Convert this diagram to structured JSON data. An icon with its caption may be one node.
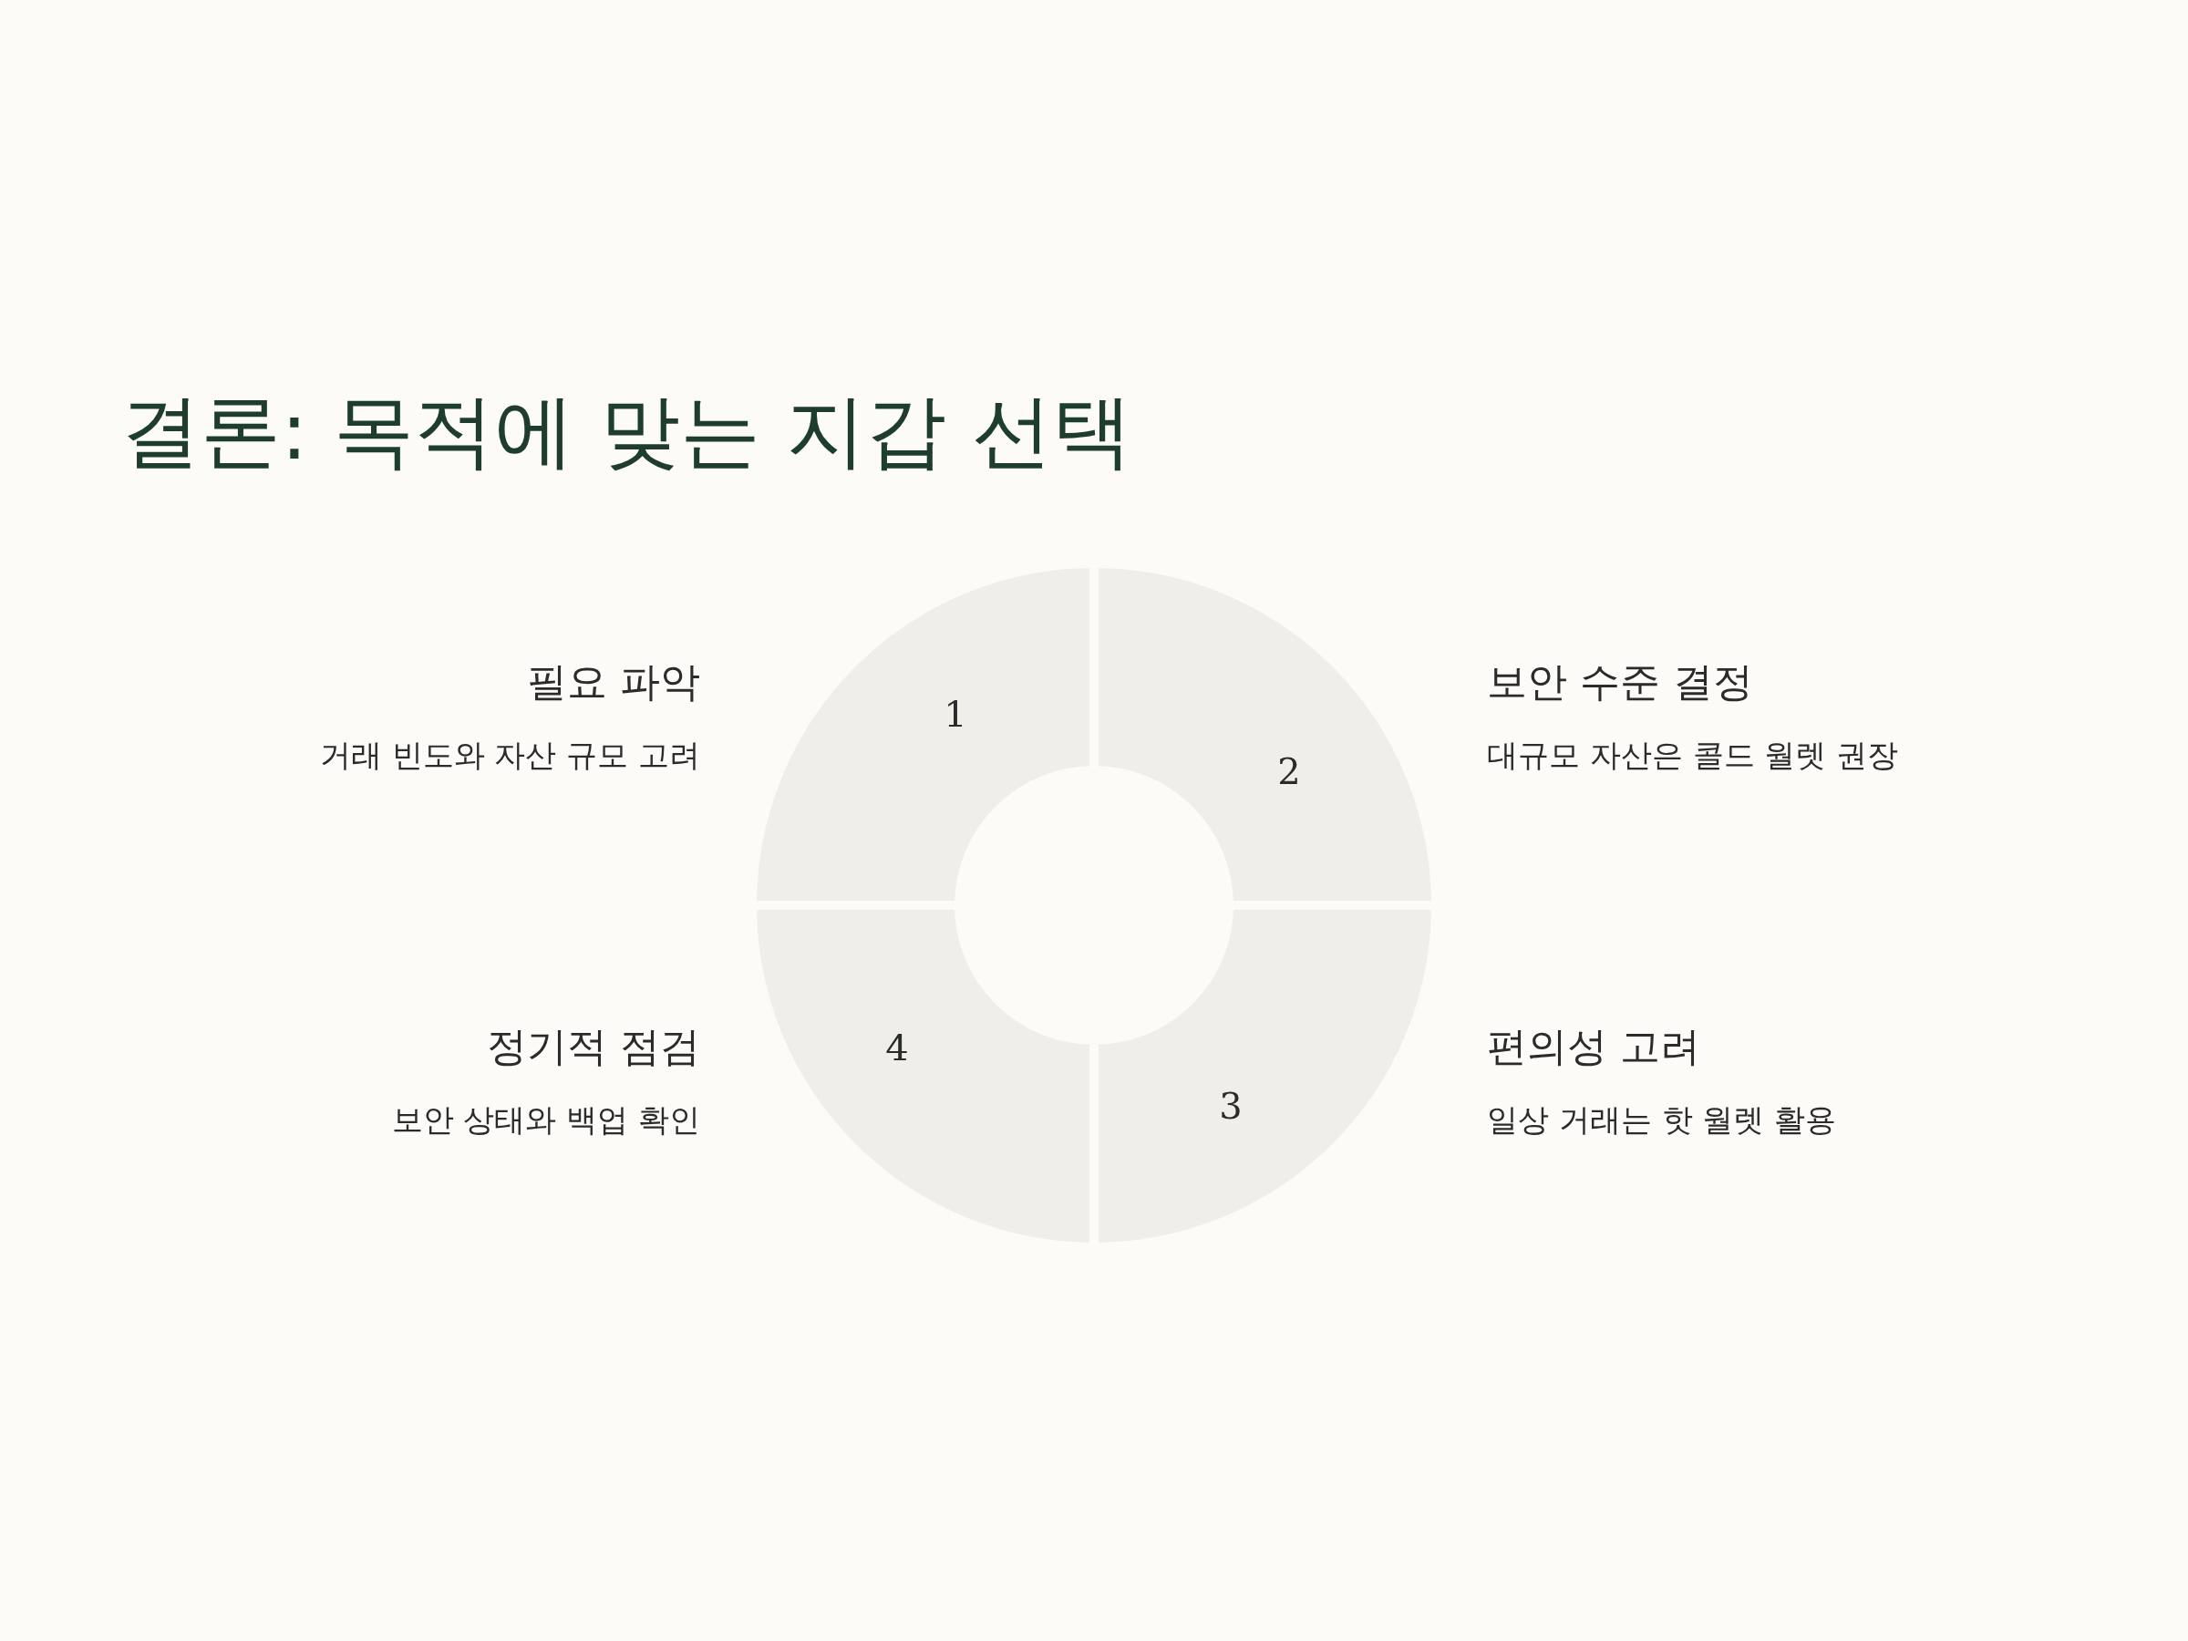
{
  "diagram": {
    "title": "결론: 목적에 맞는 지갑 선택",
    "nodes": [
      {
        "text": [
          "1"
        ],
        "beside": [
          "필요 파악",
          "거래 빈도와 자산 규모 고려"
        ]
      },
      {
        "text": [
          "2"
        ],
        "beside": [
          "보안 수준 결정",
          "대규모 자산은 콜드 월렛 권장"
        ]
      },
      {
        "text": [
          "3"
        ],
        "beside": [
          "편의성 고려",
          "일상 거래는 핫 월렛 활용"
        ]
      },
      {
        "text": [
          "4"
        ],
        "beside": [
          "정기적 점검",
          "보안 상태와 백업 확인"
        ]
      }
    ],
    "edges": []
  }
}
